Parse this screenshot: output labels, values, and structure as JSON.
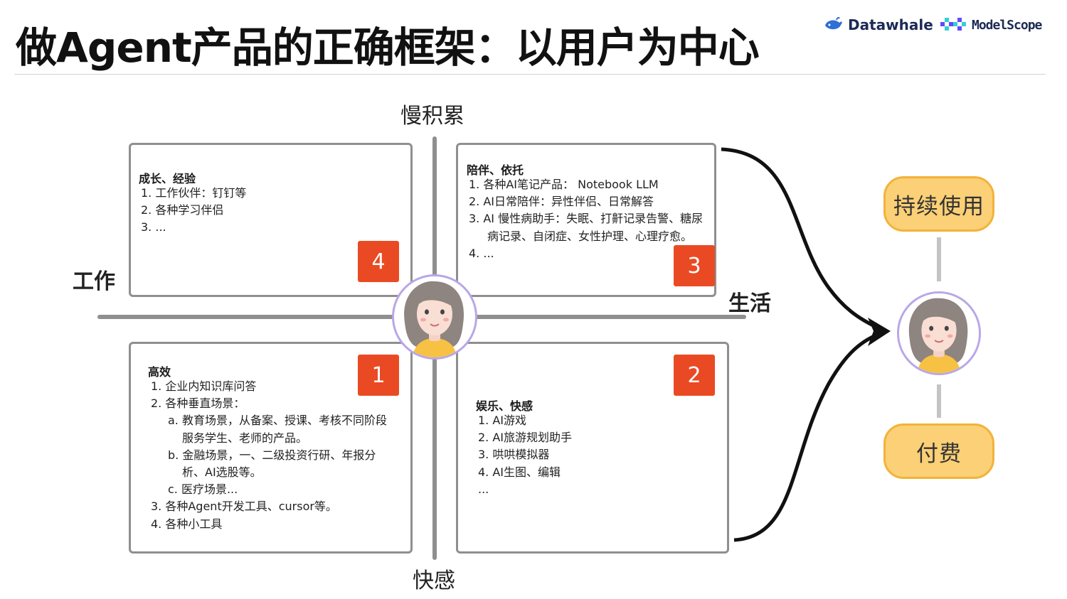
{
  "title": "做Agent产品的正确框架：以用户为中心",
  "brand": {
    "datawhale": "Datawhale",
    "modelscope": "ModelScope"
  },
  "axes": {
    "top": "慢积累",
    "bottom": "快感",
    "left": "工作",
    "right": "生活"
  },
  "quadrants": {
    "q4": {
      "badge": "4",
      "title": "成长、经验",
      "items": [
        "1. 工作伙伴：钉钉等",
        "2. 各种学习伴侣",
        "3. ..."
      ]
    },
    "q3": {
      "badge": "3",
      "title": "陪伴、依托",
      "items": [
        "1. 各种AI笔记产品： Notebook LLM",
        "2. AI日常陪伴：异性伴侣、日常解答",
        "3. AI 慢性病助手：失眠、打鼾记录告警、糖尿",
        "病记录、自闭症、女性护理、心理疗愈。",
        "4. ..."
      ]
    },
    "q1": {
      "badge": "1",
      "title": "高效",
      "items": [
        "1. 企业内知识库问答",
        "2. 各种垂直场景：",
        "a. 教育场景，从备案、授课、考核不同阶段",
        "服务学生、老师的产品。",
        "b. 金融场景，一、二级投资行研、年报分",
        "析、AI选股等。",
        "c. 医疗场景...",
        "3. 各种Agent开发工具、cursor等。",
        "4. 各种小工具"
      ]
    },
    "q2": {
      "badge": "2",
      "title": "娱乐、快感",
      "items": [
        "1. AI游戏",
        "2. AI旅游规划助手",
        "3. 哄哄模拟器",
        "4. AI生图、编辑",
        "..."
      ]
    }
  },
  "outcomes": {
    "top": "持续使用",
    "bottom": "付费"
  },
  "icons": [
    "datawhale-logo-icon",
    "modelscope-logo-icon",
    "user-avatar-icon",
    "arrow-icon"
  ],
  "colors": {
    "badge": "#ea4a23",
    "pill_fill": "#fbd076",
    "pill_border": "#f2b33a",
    "avatar_ring": "#b9a7e6",
    "axis": "#8f8f8f"
  }
}
